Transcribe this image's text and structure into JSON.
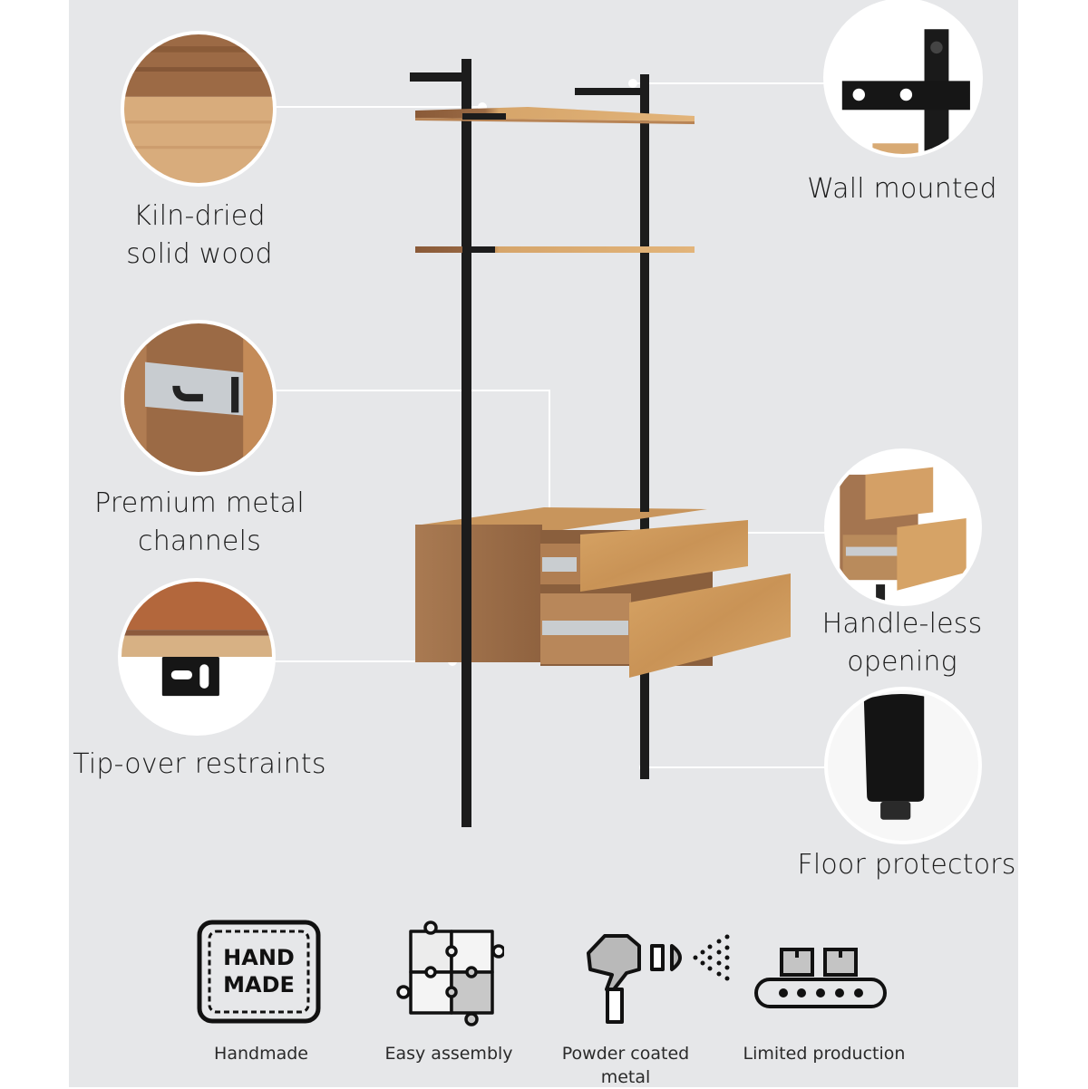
{
  "colors": {
    "panel": "#e6e7e9",
    "metal": "#1c1c1c",
    "wood_light": "#d6a56a",
    "wood_dark": "#9a6a44",
    "leader": "#ffffff"
  },
  "callouts": [
    {
      "id": "kiln-dried",
      "lines": [
        "Kiln-dried",
        "solid wood"
      ],
      "icon": "wood-grain-closeup"
    },
    {
      "id": "metal-channels",
      "lines": [
        "Premium metal",
        "channels"
      ],
      "icon": "drawer-slide-closeup"
    },
    {
      "id": "tip-over",
      "lines": [
        "Tip-over restraints"
      ],
      "icon": "restraint-bracket-closeup"
    },
    {
      "id": "wall-mounted",
      "lines": [
        "Wall mounted"
      ],
      "icon": "wall-bracket-closeup"
    },
    {
      "id": "handle-less",
      "lines": [
        "Handle-less",
        "opening"
      ],
      "icon": "drawers-closeup"
    },
    {
      "id": "floor-protectors",
      "lines": [
        "Floor protectors"
      ],
      "icon": "leg-foot-closeup"
    }
  ],
  "features": [
    {
      "id": "handmade",
      "label": "Handmade",
      "badge_lines": [
        "HAND",
        "MADE"
      ],
      "icon": "handmade-badge-icon"
    },
    {
      "id": "assembly",
      "label": "Easy assembly",
      "icon": "puzzle-icon"
    },
    {
      "id": "powder",
      "label_lines": [
        "Powder coated",
        "metal"
      ],
      "icon": "spray-gun-icon"
    },
    {
      "id": "limited",
      "label": "Limited production",
      "icon": "conveyor-icon"
    }
  ]
}
